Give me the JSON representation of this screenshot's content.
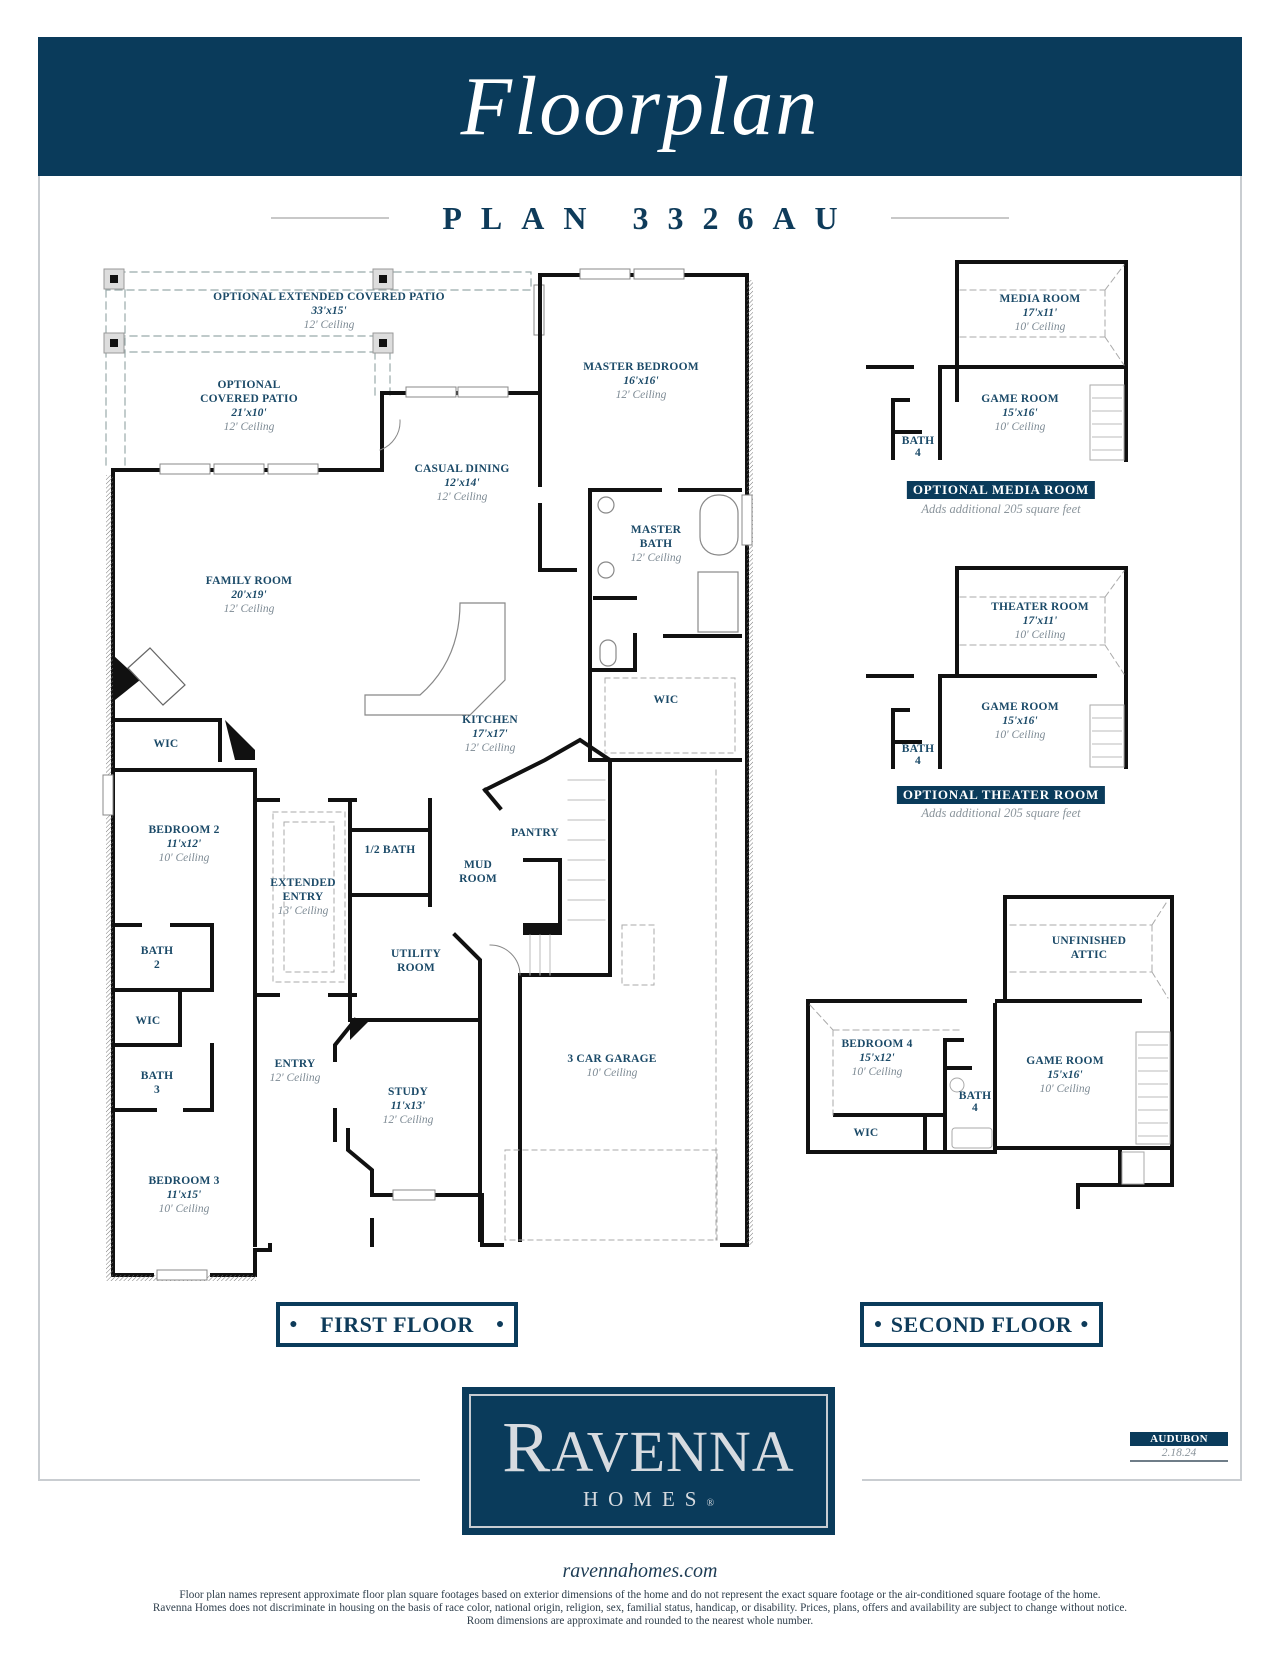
{
  "header": {
    "title": "Floorplan",
    "plan_name": "PLAN 3326AU"
  },
  "colors": {
    "brand_navy": "#0a3b5b",
    "room_label": "#1b4a68",
    "ceiling_label": "#7d8a94"
  },
  "first_floor": {
    "label": "FIRST FLOOR",
    "rooms": [
      {
        "name": "OPTIONAL EXTENDED COVERED PATIO",
        "dims": "33'x15'",
        "ceiling": "12' Ceiling"
      },
      {
        "name": "OPTIONAL",
        "name2": "COVERED PATIO",
        "dims": "21'x10'",
        "ceiling": "12' Ceiling"
      },
      {
        "name": "MASTER BEDROOM",
        "dims": "16'x16'",
        "ceiling": "12' Ceiling"
      },
      {
        "name": "CASUAL DINING",
        "dims": "12'x14'",
        "ceiling": "12' Ceiling"
      },
      {
        "name": "MASTER",
        "name2": "BATH",
        "ceiling": "12' Ceiling"
      },
      {
        "name": "FAMILY ROOM",
        "dims": "20'x19'",
        "ceiling": "12' Ceiling"
      },
      {
        "name": "WIC"
      },
      {
        "name": "KITCHEN",
        "dims": "17'x17'",
        "ceiling": "12' Ceiling"
      },
      {
        "name": "WIC"
      },
      {
        "name": "BEDROOM 2",
        "dims": "11'x12'",
        "ceiling": "10' Ceiling"
      },
      {
        "name": "PANTRY"
      },
      {
        "name": "EXTENDED",
        "name2": "ENTRY",
        "ceiling": "13' Ceiling"
      },
      {
        "name": "1/2 BATH"
      },
      {
        "name": "MUD",
        "name2": "ROOM"
      },
      {
        "name": "BATH",
        "name2": "2"
      },
      {
        "name": "UTILITY",
        "name2": "ROOM"
      },
      {
        "name": "WIC"
      },
      {
        "name": "3 CAR GARAGE",
        "ceiling": "10' Ceiling"
      },
      {
        "name": "ENTRY",
        "ceiling": "12' Ceiling"
      },
      {
        "name": "BATH",
        "name2": "3"
      },
      {
        "name": "STUDY",
        "dims": "11'x13'",
        "ceiling": "12' Ceiling"
      },
      {
        "name": "BEDROOM 3",
        "dims": "11'x15'",
        "ceiling": "10' Ceiling"
      }
    ]
  },
  "second_floor": {
    "label": "SECOND FLOOR",
    "rooms": [
      {
        "name": "UNFINISHED",
        "name2": "ATTIC"
      },
      {
        "name": "BEDROOM 4",
        "dims": "15'x12'",
        "ceiling": "10' Ceiling"
      },
      {
        "name": "GAME ROOM",
        "dims": "15'x16'",
        "ceiling": "10' Ceiling"
      },
      {
        "name": "BATH",
        "name2": "4"
      },
      {
        "name": "WIC"
      }
    ]
  },
  "options": [
    {
      "tag": "OPTIONAL MEDIA ROOM",
      "note": "Adds additional 205 square feet",
      "rooms": [
        {
          "name": "MEDIA ROOM",
          "dims": "17'x11'",
          "ceiling": "10' Ceiling"
        },
        {
          "name": "GAME ROOM",
          "dims": "15'x16'",
          "ceiling": "10' Ceiling"
        },
        {
          "name": "BATH",
          "name2": "4"
        }
      ]
    },
    {
      "tag": "OPTIONAL THEATER ROOM",
      "note": "Adds additional 205 square feet",
      "rooms": [
        {
          "name": "THEATER ROOM",
          "dims": "17'x11'",
          "ceiling": "10' Ceiling"
        },
        {
          "name": "GAME ROOM",
          "dims": "15'x16'",
          "ceiling": "10' Ceiling"
        },
        {
          "name": "BATH",
          "name2": "4"
        }
      ]
    }
  ],
  "logo": {
    "brand_initial": "R",
    "brand_rest": "AVENNA",
    "sub": "HOMES",
    "reg": "®"
  },
  "version_tag": {
    "name": "AUDUBON",
    "date": "2.18.24"
  },
  "footer": {
    "url": "ravennahomes.com",
    "disclaimer": [
      "Floor plan names represent approximate floor plan square footages based on exterior dimensions of the home and do not represent the exact square footage or the air-conditioned square footage of the home.",
      "Ravenna Homes does not discriminate in housing on the basis of race color, national origin, religion, sex, familial status, handicap, or disability.  Prices, plans, offers and availability are subject to change without notice.",
      "Room dimensions are approximate and rounded to the nearest whole number."
    ]
  }
}
